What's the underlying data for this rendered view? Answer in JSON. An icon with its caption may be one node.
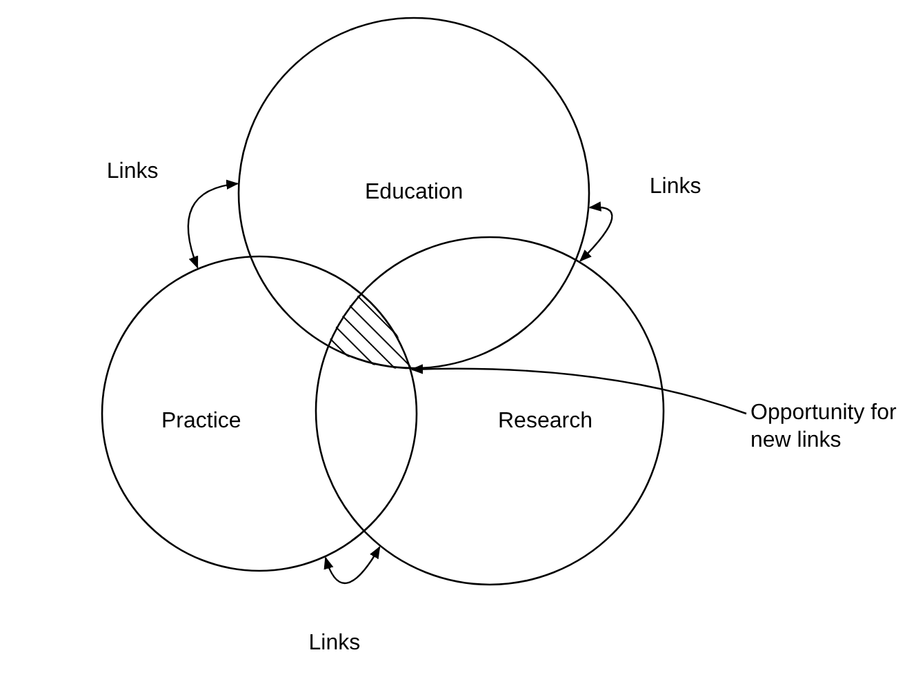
{
  "diagram": {
    "nodes": [
      {
        "text": [
          "Education"
        ]
      },
      {
        "text": [
          "Practice"
        ]
      },
      {
        "text": [
          "Research"
        ]
      },
      {
        "text": [],
        "shape": "region"
      },
      {
        "text": [
          "Opportunity for new links"
        ]
      }
    ],
    "edges": [
      {
        "from": 0,
        "to": 1,
        "arrow": "both",
        "label": "Links"
      },
      {
        "from": 0,
        "to": 2,
        "arrow": "both",
        "label": "Links"
      },
      {
        "from": 1,
        "to": 2,
        "arrow": "both",
        "label": "Links"
      },
      {
        "from": 4,
        "to": 3,
        "arrow": "to"
      }
    ]
  }
}
